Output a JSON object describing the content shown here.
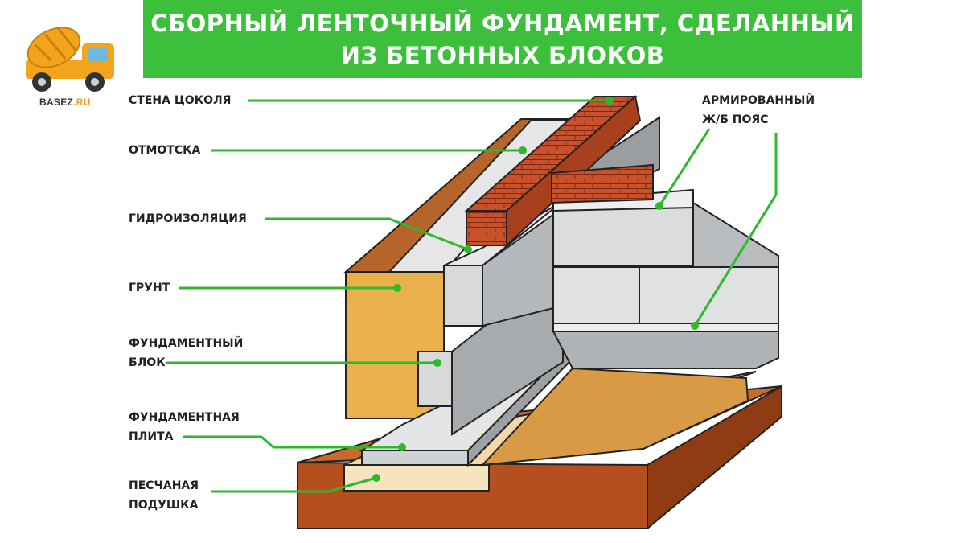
{
  "header": {
    "line1": "СБОРНЫЙ ЛЕНТОЧНЫЙ ФУНДАМЕНТ, СДЕЛАННЫЙ",
    "line2": "ИЗ БЕТОННЫХ БЛОКОВ"
  },
  "logo": {
    "text_main": "BASEZ",
    "text_accent": ".RU"
  },
  "labels": {
    "socle_wall": "СТЕНА ЦОКОЛЯ",
    "blind_area": "ОТМОТСКА",
    "waterproofing": "ГИДРОИЗОЛЯЦИЯ",
    "ground": "ГРУНТ",
    "foundation_block_1": "ФУНДАМЕНТНЫЙ",
    "foundation_block_2": "БЛОК",
    "foundation_slab_1": "ФУНДАМЕНТНАЯ",
    "foundation_slab_2": "ПЛИТА",
    "sand_cushion_1": "ПЕСЧАНАЯ",
    "sand_cushion_2": "ПОДУШКА",
    "reinforced_belt_1": "АРМИРОВАННЫЙ",
    "reinforced_belt_2": "Ж/Б ПОЯС"
  },
  "colors": {
    "accent_green": "#3cc03c",
    "leader_green": "#2db82d",
    "brick": "#c8502a",
    "concrete": "#b9bcbf",
    "ground": "#e9b14c",
    "clay": "#b4501e",
    "sand": "#f6e3c0"
  }
}
